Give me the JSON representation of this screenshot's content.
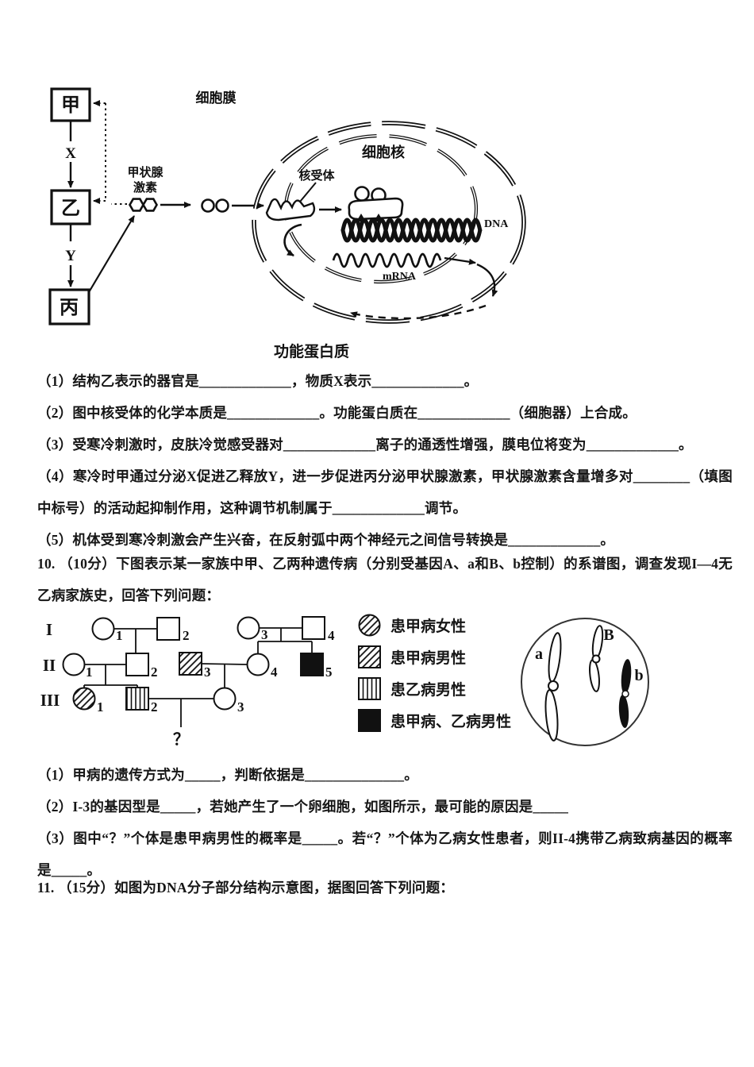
{
  "diagram1": {
    "box_jia": "甲",
    "box_yi": "乙",
    "box_bing": "丙",
    "substance_x": "X",
    "substance_y": "Y",
    "thyroid_hormone_l1": "甲状腺",
    "thyroid_hormone_l2": "激素",
    "cell_membrane": "细胞膜",
    "nucleus": "细胞核",
    "nuclear_receptor": "核受体",
    "dna": "DNA",
    "mrna": "mRNA",
    "functional_protein": "功能蛋白质"
  },
  "q9": {
    "items": [
      "（1）结构乙表示的器官是_____________，物质X表示_____________。",
      "（2）图中核受体的化学本质是_____________。功能蛋白质在_____________（细胞器）上合成。",
      "（3）受寒冷刺激时，皮肤冷觉感受器对_____________离子的通透性增强，膜电位将变为_____________。",
      "（4）寒冷时甲通过分泌X促进乙释放Y，进一步促进丙分泌甲状腺激素，甲状腺激素含量增多对________（填图中标号）的活动起抑制作用，这种调节机制属于_____________调节。",
      "（5）机体受到寒冷刺激会产生兴奋，在反射弧中两个神经元之间信号转换是_____________。"
    ]
  },
  "q10": {
    "intro": "10. （10分）下图表示某一家族中甲、乙两种遗传病（分别受基因A、a和B、b控制）的系谱图，调查发现I—4无乙病家族史，回答下列问题：",
    "items": [
      "（1）甲病的遗传方式为_____，判断依据是______________。",
      "（2）I-3的基因型是_____，若她产生了一个卵细胞，如图所示，最可能的原因是_____",
      "（3）图中“？”个体是患甲病男性的概率是_____。若“？”个体为乙病女性患者，则II-4携带乙病致病基因的概率是_____。"
    ]
  },
  "q11": {
    "intro": "11. （15分）如图为DNA分子部分结构示意图，据图回答下列问题："
  },
  "pedigree": {
    "generations": [
      "I",
      "II",
      "III"
    ],
    "gen1_labels": [
      "1",
      "2",
      "3",
      "4"
    ],
    "gen2_labels": [
      "1",
      "2",
      "3",
      "4",
      "5"
    ],
    "gen3_labels": [
      "1",
      "2",
      "3"
    ],
    "unknown_child": "？"
  },
  "legend": {
    "items": [
      {
        "label": "患甲病女性"
      },
      {
        "label": "患甲病男性"
      },
      {
        "label": "患乙病男性"
      },
      {
        "label": "患甲病、乙病男性"
      }
    ]
  },
  "chromosome_cell": {
    "label_a": "a",
    "label_B": "B",
    "label_b": "b"
  }
}
